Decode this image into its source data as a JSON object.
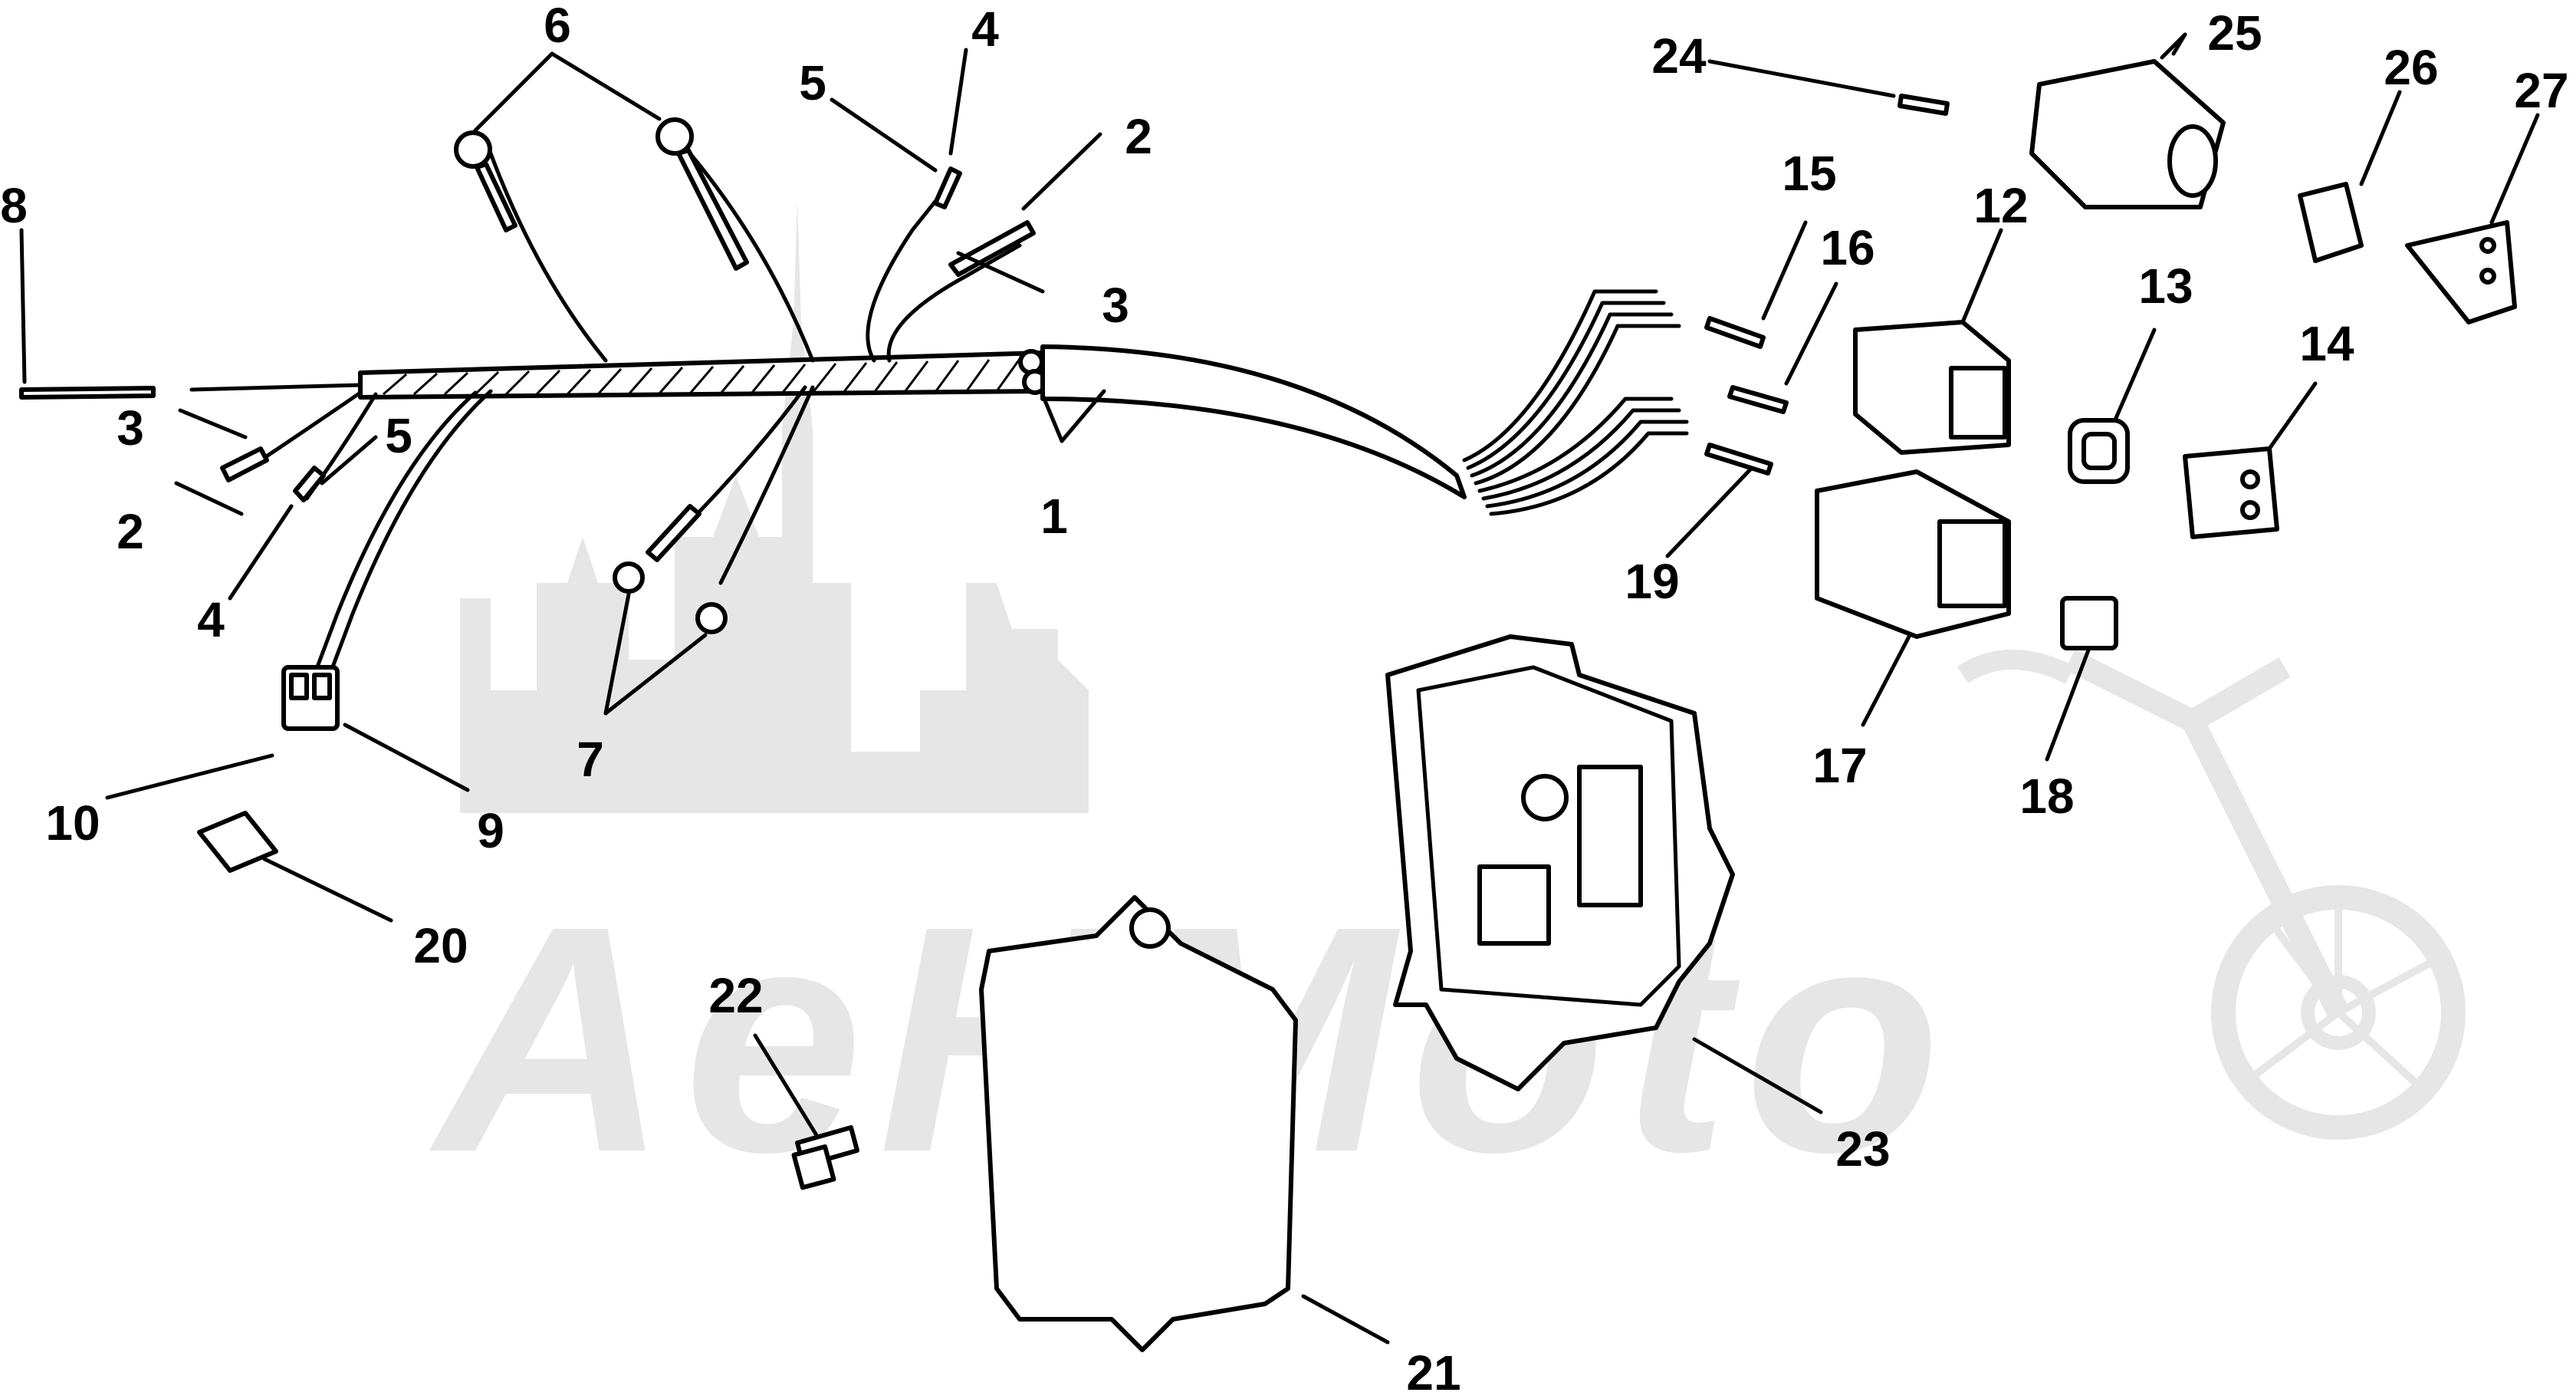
{
  "watermark": {
    "text": "AeHMoto"
  },
  "callouts": [
    {
      "num": "1"
    },
    {
      "num": "2"
    },
    {
      "num": "2"
    },
    {
      "num": "3"
    },
    {
      "num": "3"
    },
    {
      "num": "4"
    },
    {
      "num": "4"
    },
    {
      "num": "5"
    },
    {
      "num": "5"
    },
    {
      "num": "6"
    },
    {
      "num": "7"
    },
    {
      "num": "8"
    },
    {
      "num": "9"
    },
    {
      "num": "10"
    },
    {
      "num": "12"
    },
    {
      "num": "13"
    },
    {
      "num": "14"
    },
    {
      "num": "15"
    },
    {
      "num": "16"
    },
    {
      "num": "17"
    },
    {
      "num": "18"
    },
    {
      "num": "19"
    },
    {
      "num": "20"
    },
    {
      "num": "21"
    },
    {
      "num": "22"
    },
    {
      "num": "23"
    },
    {
      "num": "24"
    },
    {
      "num": "25"
    },
    {
      "num": "26"
    },
    {
      "num": "27"
    }
  ],
  "colors": {
    "ink": "#000000",
    "watermark": "#e6e6e6",
    "paper": "#ffffff"
  }
}
